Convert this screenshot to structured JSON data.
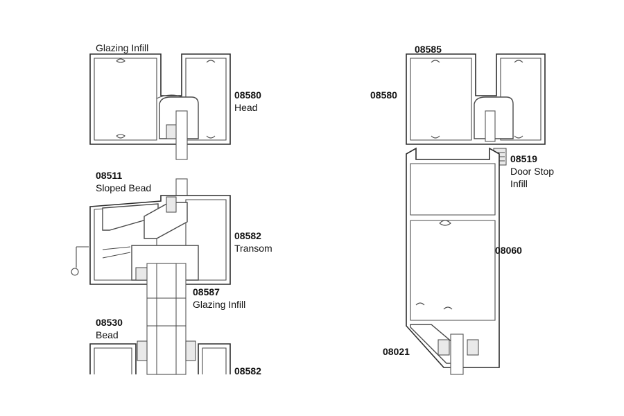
{
  "left_section": {
    "glazing_infill_top": "Glazing Infill",
    "head": {
      "code": "08580",
      "desc": "Head"
    },
    "sloped_bead": {
      "code": "08511",
      "desc": "Sloped Bead"
    },
    "transom": {
      "code": "08582",
      "desc": "Transom"
    },
    "glazing_infill": {
      "code": "08587",
      "desc": "Glazing Infill"
    },
    "bead": {
      "code": "08530",
      "desc": "Bead"
    },
    "transom_bottom": {
      "code": "08582"
    }
  },
  "right_section": {
    "top_code": "08585",
    "head_code": "08580",
    "door_stop": {
      "code": "08519",
      "desc1": "Door Stop",
      "desc2": "Infill"
    },
    "door_code": "08060",
    "sill_code": "08021"
  }
}
